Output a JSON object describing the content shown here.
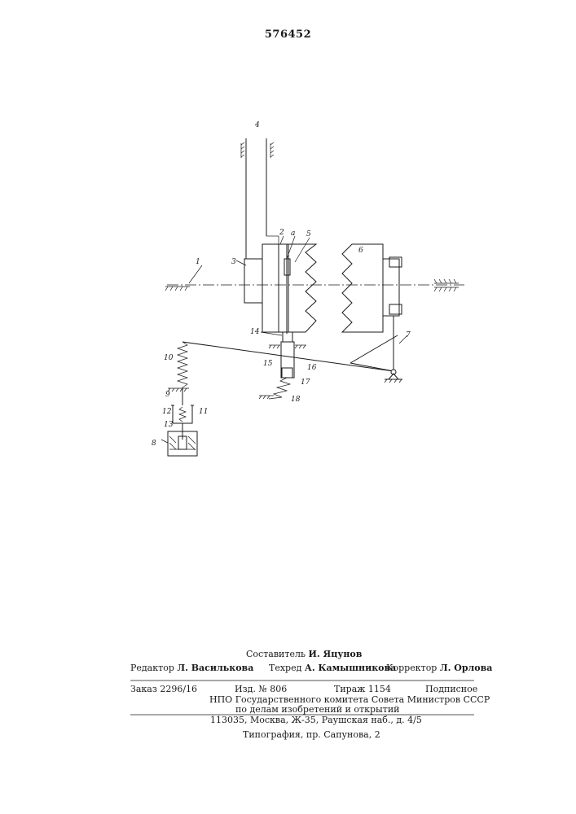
{
  "header": {
    "patent_number": "576452"
  },
  "drawing": {
    "labels": [
      "1",
      "2",
      "3",
      "4",
      "5",
      "6",
      "7",
      "8",
      "9",
      "10",
      "11",
      "12",
      "13",
      "14",
      "15",
      "16",
      "17",
      "18",
      "a"
    ]
  },
  "imprint": {
    "compiler_label": "Составитель",
    "compiler_name": "И. Яцунов",
    "editor_label": "Редактор",
    "editor_name": "Л. Василькова",
    "techred_label": "Техред",
    "techred_name": "А. Камышникова",
    "corrector_label": "Корректор",
    "corrector_name": "Л. Орлова",
    "order": "Заказ 2296/16",
    "edition": "Изд. № 806",
    "circulation": "Тираж 1154",
    "subscription": "Подписное",
    "org_line1": "НПО Государственного комитета Совета Министров СССР",
    "org_line2": "по делам изобретений и открытий",
    "address": "113035, Москва, Ж-35, Раушская наб., д. 4/5",
    "printing": "Типография, пр. Сапунова, 2"
  }
}
